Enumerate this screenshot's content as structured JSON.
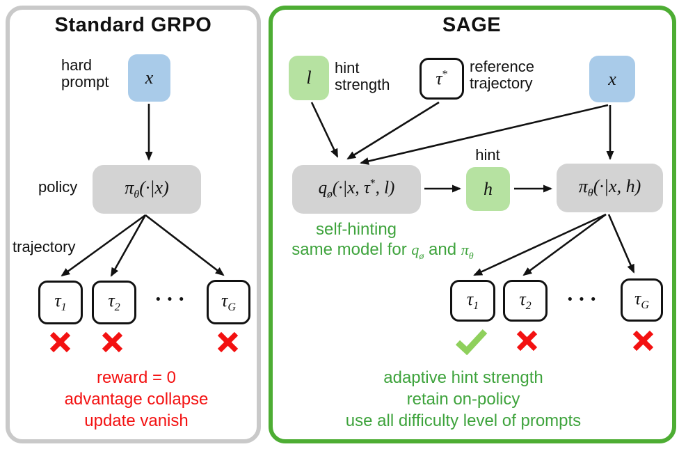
{
  "colors": {
    "blue_box": "#a9cbe9",
    "green_box": "#b6e2a1",
    "gray_box": "#d3d3d3",
    "panel_border_gray": "#c9c9c9",
    "panel_border_green": "#4dad33",
    "red_text": "#f31111",
    "green_text": "#3ea33c",
    "check_green": "#8fd05c",
    "line_black": "#111111"
  },
  "icons": {
    "fail": "x-icon",
    "success": "check-icon"
  },
  "left_panel": {
    "title": "Standard GRPO",
    "hard_prompt_line1": "hard",
    "hard_prompt_line2": "prompt",
    "x_box": "x",
    "policy_label": "policy",
    "policy_box": {
      "base": "π",
      "sub": "θ",
      "args": "(·|x)"
    },
    "trajectory_label": "trajectory",
    "trajectories": [
      {
        "base": "τ",
        "sub": "1",
        "mark": "fail"
      },
      {
        "base": "τ",
        "sub": "2",
        "mark": "fail"
      },
      {
        "base": "τ",
        "sub": "G",
        "mark": "fail"
      }
    ],
    "dots": "···",
    "failure_lines": [
      "reward = 0",
      "advantage collapse",
      "update vanish"
    ]
  },
  "right_panel": {
    "title": "SAGE",
    "l_box": "l",
    "hint_strength_line1": "hint",
    "hint_strength_line2": "strength",
    "tau_star_box": {
      "base": "τ",
      "sup": "*"
    },
    "reference_line1": "reference",
    "reference_line2": "trajectory",
    "x_box": "x",
    "q_box": {
      "base": "q",
      "sub": "ø",
      "args_pre": "(·|x, τ",
      "sup": "*",
      "args_post": ", l)"
    },
    "hint_label": "hint",
    "h_box": "h",
    "pi_box": {
      "base": "π",
      "sub": "θ",
      "args": "(·|x, h)"
    },
    "self_hinting": "self-hinting",
    "same_model": {
      "pre": "same model for ",
      "q": "q",
      "q_sub": "ø",
      "mid": " and ",
      "pi": "π",
      "pi_sub": "θ"
    },
    "trajectories": [
      {
        "base": "τ",
        "sub": "1",
        "mark": "success"
      },
      {
        "base": "τ",
        "sub": "2",
        "mark": "fail"
      },
      {
        "base": "τ",
        "sub": "G",
        "mark": "fail"
      }
    ],
    "dots": "···",
    "benefit_lines": [
      "adaptive hint strength",
      "retain on-policy",
      "use all difficulty level of prompts"
    ]
  }
}
